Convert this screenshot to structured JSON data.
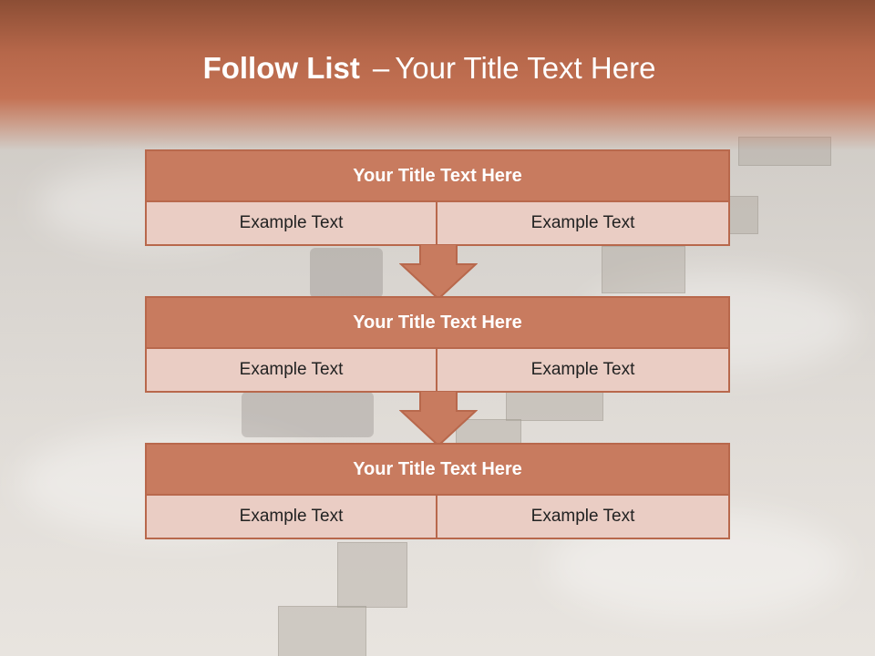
{
  "slide": {
    "title_bold": "Follow List",
    "title_dash": "–",
    "title_rest": "Your Title Text Here"
  },
  "blocks": [
    {
      "title": "Your Title Text Here",
      "left": "Example Text",
      "right": "Example Text"
    },
    {
      "title": "Your Title Text Here",
      "left": "Example Text",
      "right": "Example Text"
    },
    {
      "title": "Your Title Text Here",
      "left": "Example Text",
      "right": "Example Text"
    }
  ],
  "colors": {
    "header": "#b6674a",
    "block_title_fill": "#c87b5f",
    "block_cell_fill": "#eacdc4",
    "border": "#b8684c"
  },
  "icons": [
    "down-arrow-icon",
    "down-arrow-icon"
  ]
}
